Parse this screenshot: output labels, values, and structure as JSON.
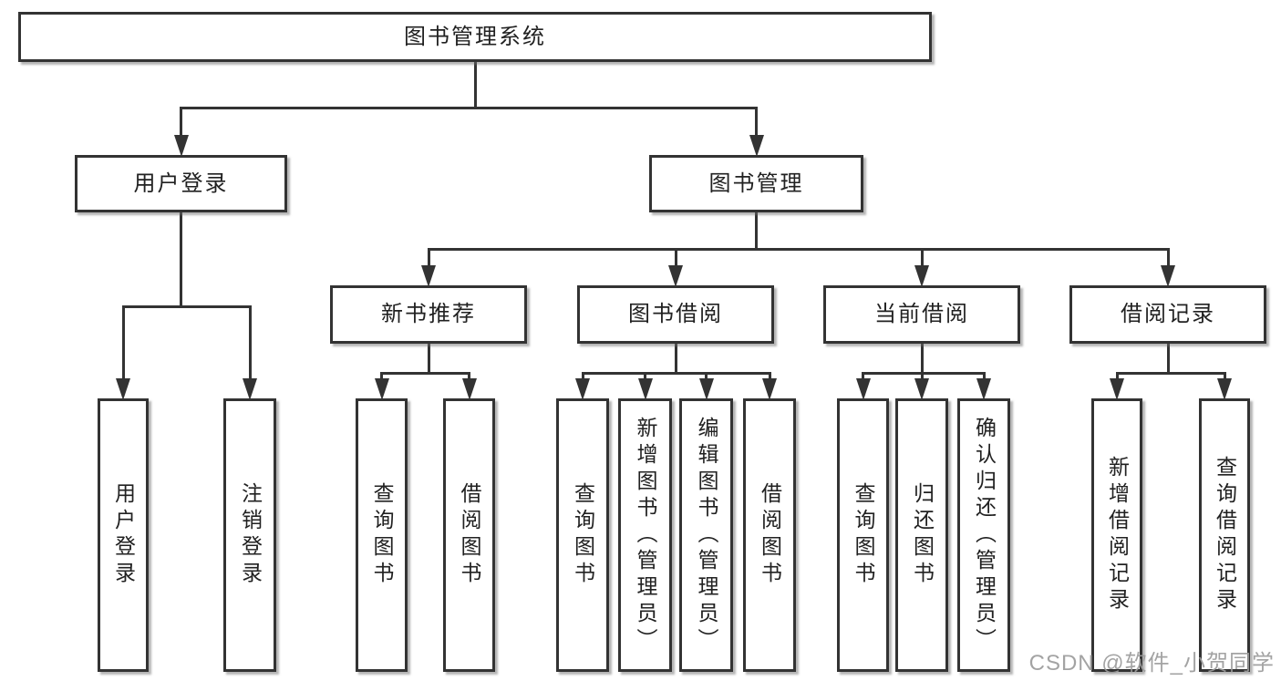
{
  "diagram": {
    "type": "hierarchy-tree",
    "root_label": "图书管理系统"
  },
  "colors": {
    "line": "#333333",
    "box_border": "#333333",
    "box_fill": "#ffffff",
    "text": "#212121",
    "watermark": "#9b9b9b",
    "background": "#ffffff"
  },
  "watermark": {
    "text": "CSDN @软件_小贺同学"
  },
  "nodes": [
    {
      "id": "root",
      "label": "图书管理系统"
    },
    {
      "id": "user-login",
      "label": "用户登录"
    },
    {
      "id": "book-management",
      "label": "图书管理"
    },
    {
      "id": "new-book-recommend",
      "label": "新书推荐"
    },
    {
      "id": "book-borrowing",
      "label": "图书借阅"
    },
    {
      "id": "current-borrowing",
      "label": "当前借阅"
    },
    {
      "id": "borrowing-records",
      "label": "借阅记录"
    },
    {
      "id": "login",
      "label": "用户登录"
    },
    {
      "id": "logout",
      "label": "注销登录"
    },
    {
      "id": "nbr-query-books",
      "label": "查询图书"
    },
    {
      "id": "nbr-borrow-books",
      "label": "借阅图书"
    },
    {
      "id": "bb-query-books",
      "label": "查询图书"
    },
    {
      "id": "bb-add-books",
      "label": "新增图书（管理员）"
    },
    {
      "id": "bb-edit-books",
      "label": "编辑图书（管理员）"
    },
    {
      "id": "bb-borrow-books",
      "label": "借阅图书"
    },
    {
      "id": "cb-query-books",
      "label": "查询图书"
    },
    {
      "id": "cb-return-books",
      "label": "归还图书"
    },
    {
      "id": "cb-confirm-return",
      "label": "确认归还（管理员）"
    },
    {
      "id": "br-add-record",
      "label": "新增借阅记录"
    },
    {
      "id": "br-query-record",
      "label": "查询借阅记录"
    }
  ],
  "hierarchy": {
    "root": [
      "user-login",
      "book-management"
    ],
    "user-login": [
      "login",
      "logout"
    ],
    "book-management": [
      "new-book-recommend",
      "book-borrowing",
      "current-borrowing",
      "borrowing-records"
    ],
    "new-book-recommend": [
      "nbr-query-books",
      "nbr-borrow-books"
    ],
    "book-borrowing": [
      "bb-query-books",
      "bb-add-books",
      "bb-edit-books",
      "bb-borrow-books"
    ],
    "current-borrowing": [
      "cb-query-books",
      "cb-return-books",
      "cb-confirm-return"
    ],
    "borrowing-records": [
      "br-add-record",
      "br-query-record"
    ]
  }
}
